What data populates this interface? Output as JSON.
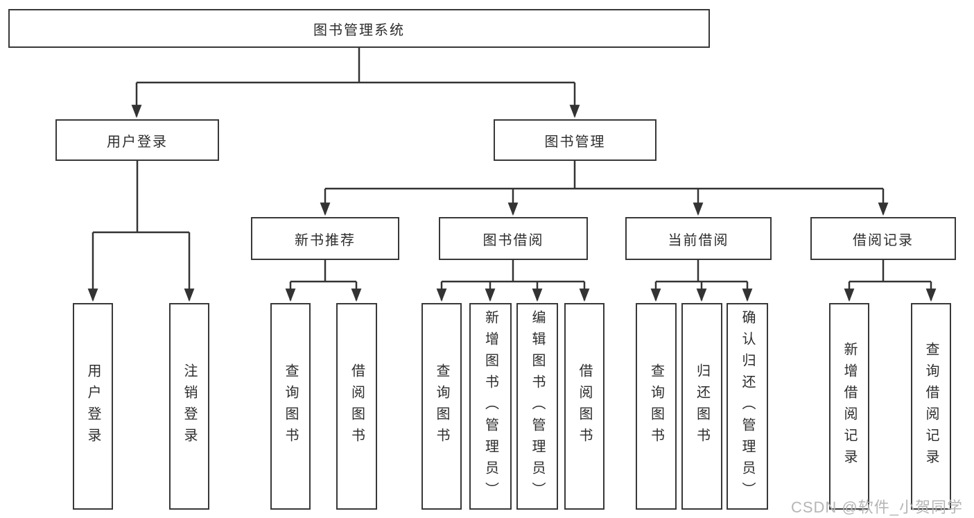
{
  "title": {
    "label": "图书管理系统"
  },
  "branches": {
    "user_login": {
      "label": "用户登录",
      "children": [
        {
          "label": "用户登录"
        },
        {
          "label": "注销登录"
        }
      ]
    },
    "book_mgmt": {
      "label": "图书管理",
      "children": [
        {
          "label": "新书推荐",
          "children": [
            {
              "label": "查询图书"
            },
            {
              "label": "借阅图书"
            }
          ]
        },
        {
          "label": "图书借阅",
          "children": [
            {
              "label": "查询图书"
            },
            {
              "label": "新增图书（管理员）"
            },
            {
              "label": "编辑图书（管理员）"
            },
            {
              "label": "借阅图书"
            }
          ]
        },
        {
          "label": "当前借阅",
          "children": [
            {
              "label": "查询图书"
            },
            {
              "label": "归还图书"
            },
            {
              "label": "确认归还（管理员）"
            }
          ]
        },
        {
          "label": "借阅记录",
          "children": [
            {
              "label": "新增借阅记录"
            },
            {
              "label": "查询借阅记录"
            }
          ]
        }
      ]
    }
  },
  "watermark": {
    "text": "CSDN @软件_小贺同学"
  },
  "colors": {
    "line": "#333333",
    "node_border": "#383838",
    "node_text": "#2d2d2d",
    "background": "#ffffff",
    "watermark": "#b5b5b5"
  }
}
